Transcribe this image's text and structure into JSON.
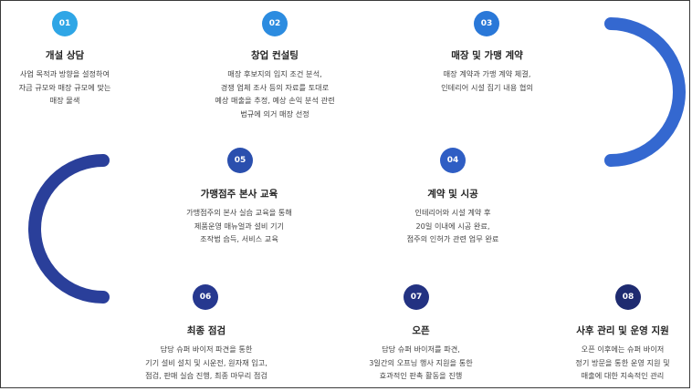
{
  "colors": {
    "path_start": "#2fa6e6",
    "path_mid": "#3b63c8",
    "path_end": "#22327e",
    "text": "#222222"
  },
  "steps": [
    {
      "num": "01",
      "title": "개설 상담",
      "desc": "사업 목적과 방향을 설정하여\n자금 규모와 매장 규모에 맞는\n매장 물색"
    },
    {
      "num": "02",
      "title": "창업 컨설팅",
      "desc": "매장 후보지의 입지 조건 분석,\n경쟁 업체 조사 등의 자료를 토대로\n예상 매출을 추정, 예상 손익 분석 관련\n법규에 의거 매장 선정"
    },
    {
      "num": "03",
      "title": "매장 및 가맹 계약",
      "desc": "매장 계약과 가맹 계약 체결,\n인테리어 시설 집기 내용 협의"
    },
    {
      "num": "04",
      "title": "계약 및 시공",
      "desc": "인테리어와 시설 계약 후\n20일 이내에 시공 완료,\n점주의 인허가 관련 업무 완료"
    },
    {
      "num": "05",
      "title": "가맹점주 본사 교육",
      "desc": "가맹점주의 본사 실습 교육을 통해\n제품운영 매뉴얼과 설비 기기\n조작법 습득, 서비스 교육"
    },
    {
      "num": "06",
      "title": "최종 점검",
      "desc": "담당 슈퍼 바이저 파견을 통한\n기기 설비 설치 및 시운전, 원자재 입고,\n점검, 판매 실습 진행,  최종 마무리 점검"
    },
    {
      "num": "07",
      "title": "오픈",
      "desc": "담당 슈퍼 바이저를 파견,\n3일간의 오프닝 행사 지원을 통한\n효과적인 판촉 활동을 진행"
    },
    {
      "num": "08",
      "title": "사후 관리 및 운영 지원",
      "desc": "오픈 이후에는 슈퍼 바이저\n정기 방문을 통한 운영 지원 및\n매출에 대한 지속적인 관리"
    }
  ]
}
